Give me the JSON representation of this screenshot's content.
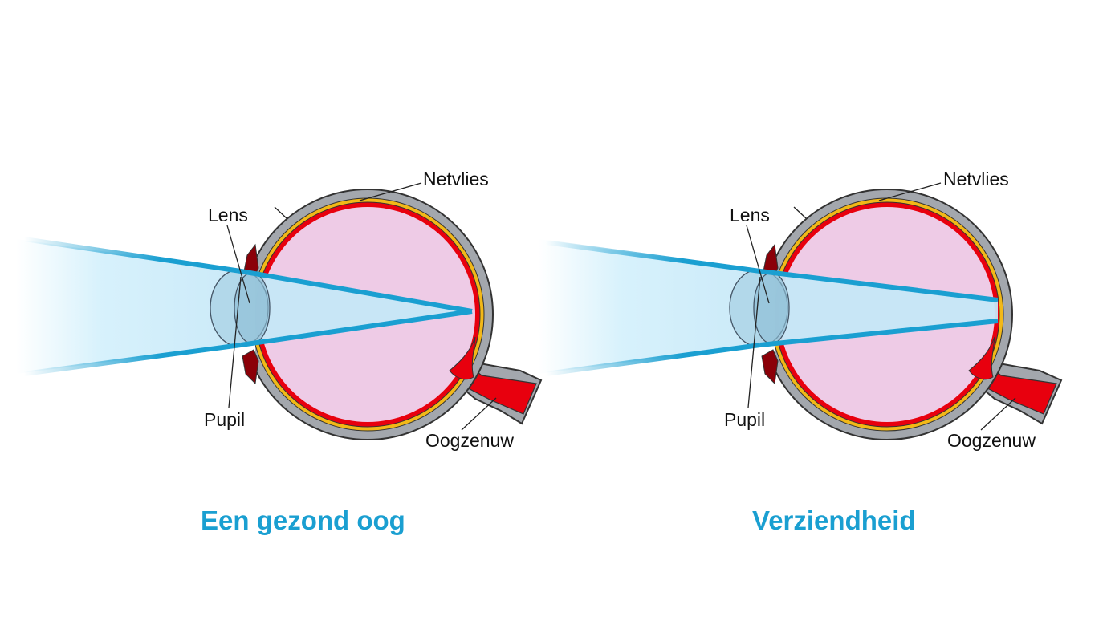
{
  "panels": [
    {
      "caption": "Een gezond oog",
      "labels": {
        "lens": "Lens",
        "pupil": "Pupil",
        "retina": "Netvlies",
        "optic_nerve": "Oogzenuw"
      }
    },
    {
      "caption": "Verziendheid",
      "labels": {
        "lens": "Lens",
        "pupil": "Pupil",
        "retina": "Netvlies",
        "optic_nerve": "Oogzenuw"
      }
    }
  ],
  "colors": {
    "caption": "#1a9fd1",
    "ray": "#1a9fd1",
    "light": "#bfe6f7",
    "vitreous": "#eecbe6",
    "sclera": "#a3a7ad",
    "choroid": "#f2b817",
    "retina": "#e8000e",
    "lens": "#9cc9de"
  }
}
